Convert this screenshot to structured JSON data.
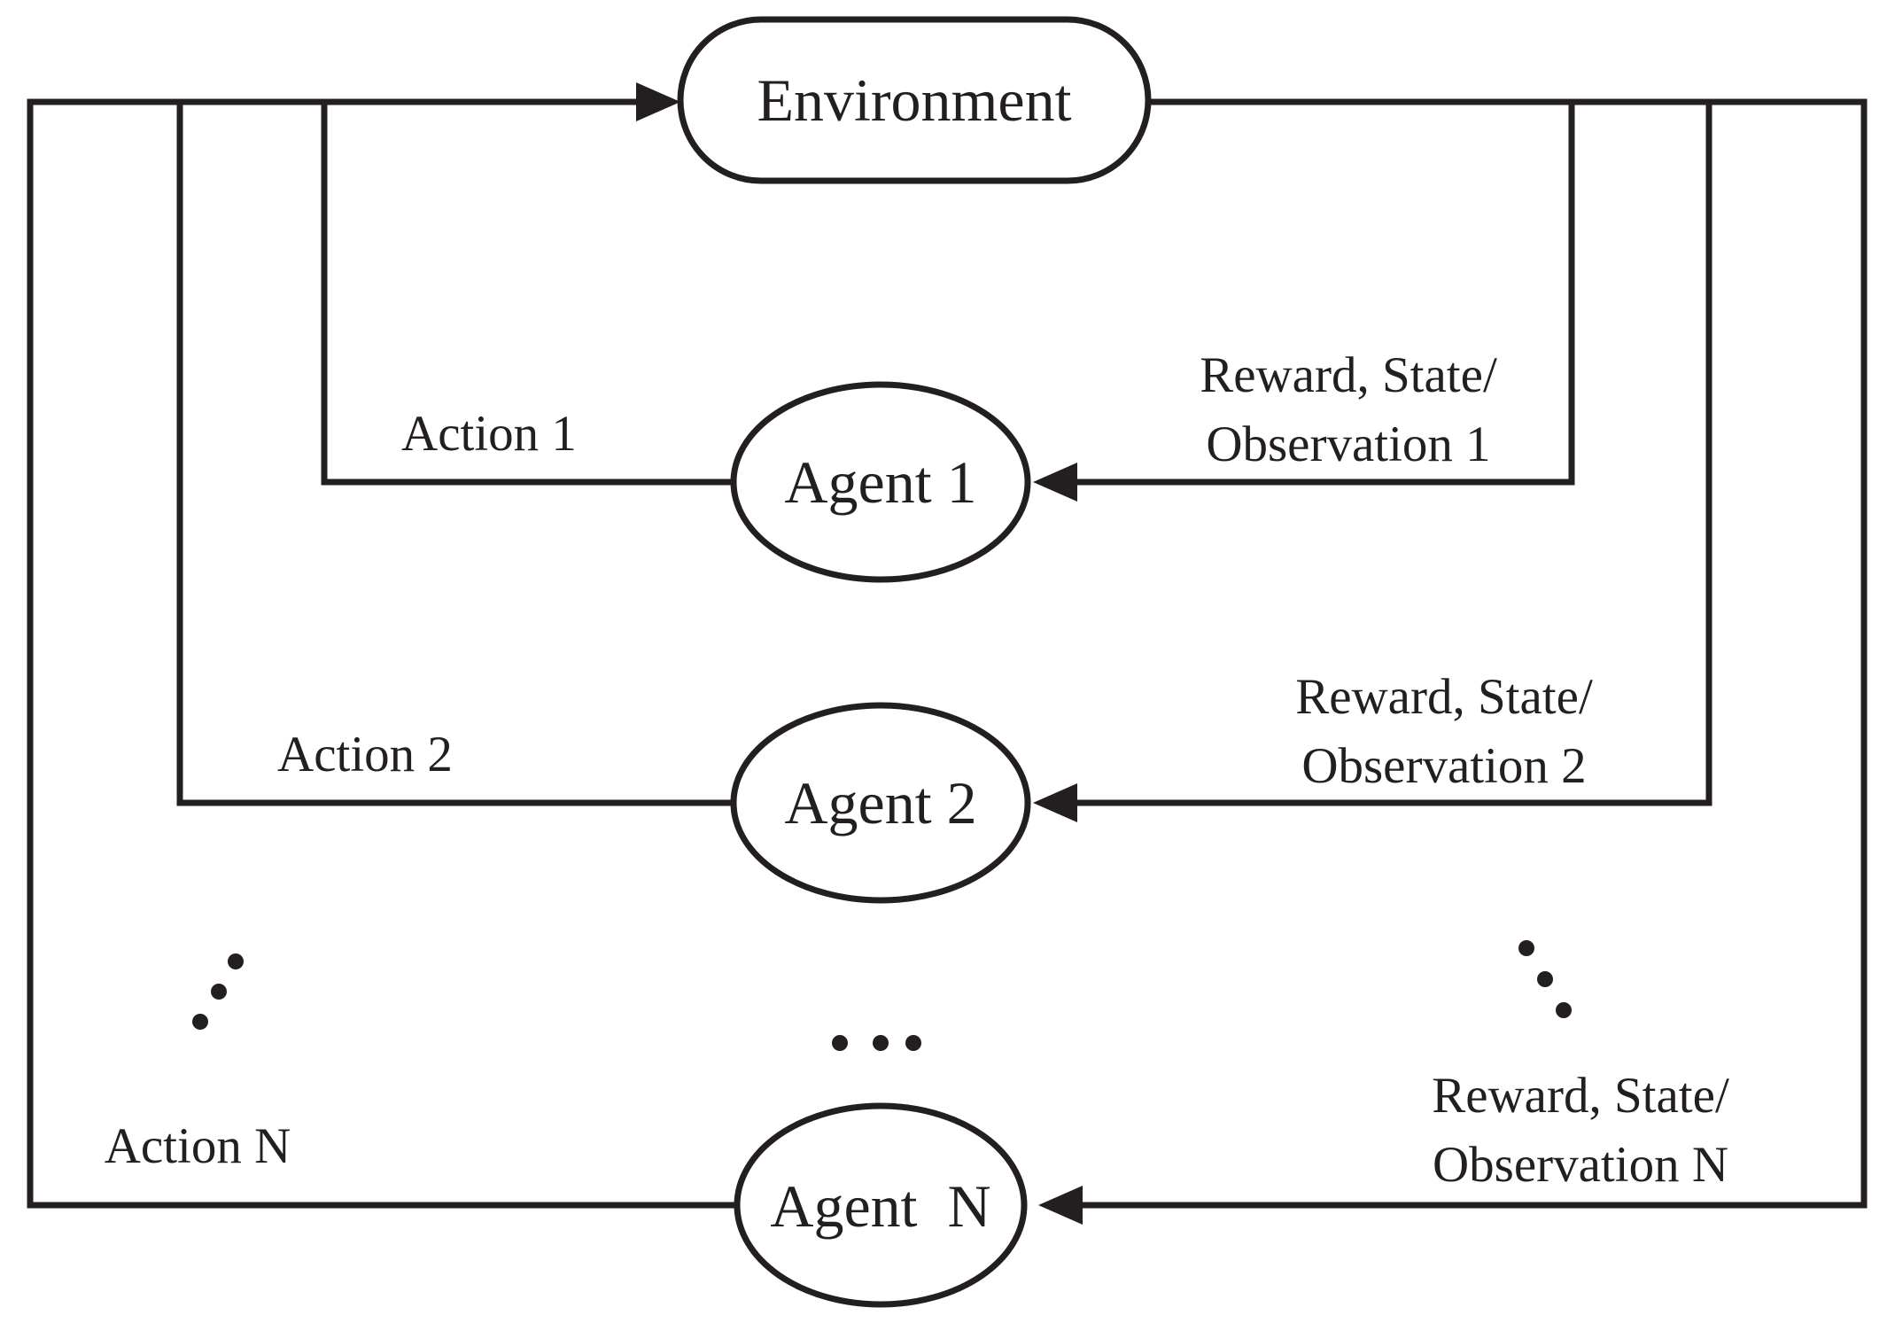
{
  "diagram": {
    "environment": {
      "label": "Environment"
    },
    "agents": [
      {
        "label": "Agent 1",
        "action": "Action 1",
        "feedback_line1": "Reward, State/",
        "feedback_line2": "Observation 1"
      },
      {
        "label": "Agent 2",
        "action": "Action 2",
        "feedback_line1": "Reward, State/",
        "feedback_line2": "Observation 2"
      },
      {
        "label": "Agent  N",
        "action": "Action N",
        "feedback_line1": "Reward, State/",
        "feedback_line2": "Observation N"
      }
    ],
    "colors": {
      "stroke": "#231f20",
      "background": "#ffffff"
    }
  }
}
